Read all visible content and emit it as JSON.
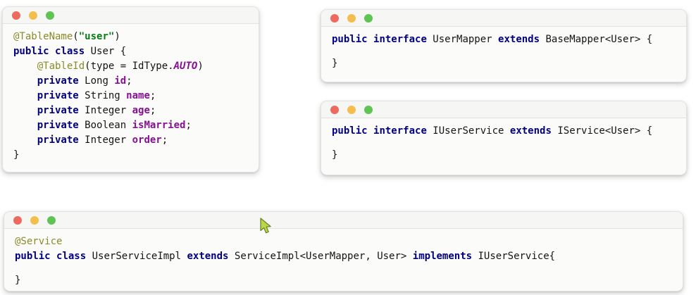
{
  "colors": {
    "page_bg": "#ffffff",
    "window_bg": "#fbfbf9",
    "titlebar_bg": "#f6f6f4",
    "window_border": "#e2e2df",
    "traffic_red": "#ec6a5e",
    "traffic_yellow": "#f4be4f",
    "traffic_green": "#5fc454",
    "keyword": "#000080",
    "annotation": "#8a8a2b",
    "string": "#067d17",
    "field": "#871094",
    "enum_const": "#871094",
    "plain": "#141414",
    "cursor_fill": "#bcd64b",
    "cursor_stroke": "#65801f"
  },
  "icons": {
    "close_button": "close-circle",
    "minimize_button": "minimize-circle",
    "maximize_button": "maximize-circle",
    "mouse_pointer": "arrow-cursor"
  },
  "windows": [
    {
      "name": "user-entity-class",
      "language": "java",
      "lines": [
        [
          {
            "c": "an",
            "t": "@TableName"
          },
          {
            "c": "p",
            "t": "("
          },
          {
            "c": "s",
            "t": "\"user\""
          },
          {
            "c": "p",
            "t": ")"
          }
        ],
        [
          {
            "c": "k",
            "t": "public"
          },
          {
            "c": "p",
            "t": " "
          },
          {
            "c": "k",
            "t": "class"
          },
          {
            "c": "p",
            "t": " User {"
          }
        ],
        [
          {
            "c": "p",
            "t": "    "
          },
          {
            "c": "an",
            "t": "@TableId"
          },
          {
            "c": "p",
            "t": "(type = IdType."
          },
          {
            "c": "e",
            "t": "AUTO"
          },
          {
            "c": "p",
            "t": ")"
          }
        ],
        [
          {
            "c": "p",
            "t": "    "
          },
          {
            "c": "k",
            "t": "private"
          },
          {
            "c": "p",
            "t": " Long "
          },
          {
            "c": "f",
            "t": "id"
          },
          {
            "c": "p",
            "t": ";"
          }
        ],
        [
          {
            "c": "p",
            "t": "    "
          },
          {
            "c": "k",
            "t": "private"
          },
          {
            "c": "p",
            "t": " String "
          },
          {
            "c": "f",
            "t": "name"
          },
          {
            "c": "p",
            "t": ";"
          }
        ],
        [
          {
            "c": "p",
            "t": "    "
          },
          {
            "c": "k",
            "t": "private"
          },
          {
            "c": "p",
            "t": " Integer "
          },
          {
            "c": "f",
            "t": "age"
          },
          {
            "c": "p",
            "t": ";"
          }
        ],
        [
          {
            "c": "p",
            "t": "    "
          },
          {
            "c": "k",
            "t": "private"
          },
          {
            "c": "p",
            "t": " Boolean "
          },
          {
            "c": "f",
            "t": "isMarried"
          },
          {
            "c": "p",
            "t": ";"
          }
        ],
        [
          {
            "c": "p",
            "t": "    "
          },
          {
            "c": "k",
            "t": "private"
          },
          {
            "c": "p",
            "t": " Integer "
          },
          {
            "c": "f",
            "t": "order"
          },
          {
            "c": "p",
            "t": ";"
          }
        ],
        [
          {
            "c": "p",
            "t": "}"
          }
        ]
      ]
    },
    {
      "name": "user-mapper-interface",
      "language": "java",
      "lines": [
        [
          {
            "c": "k",
            "t": "public"
          },
          {
            "c": "p",
            "t": " "
          },
          {
            "c": "k",
            "t": "interface"
          },
          {
            "c": "p",
            "t": " UserMapper "
          },
          {
            "c": "k",
            "t": "extends"
          },
          {
            "c": "p",
            "t": " BaseMapper<User> {"
          }
        ],
        [],
        [
          {
            "c": "p",
            "t": "}"
          }
        ]
      ]
    },
    {
      "name": "user-service-interface",
      "language": "java",
      "lines": [
        [
          {
            "c": "k",
            "t": "public"
          },
          {
            "c": "p",
            "t": " "
          },
          {
            "c": "k",
            "t": "interface"
          },
          {
            "c": "p",
            "t": " IUserService "
          },
          {
            "c": "k",
            "t": "extends"
          },
          {
            "c": "p",
            "t": " IService<User> {"
          }
        ],
        [],
        [
          {
            "c": "p",
            "t": "}"
          }
        ]
      ]
    },
    {
      "name": "user-service-impl-class",
      "language": "java",
      "lines": [
        [
          {
            "c": "an",
            "t": "@Service"
          }
        ],
        [
          {
            "c": "k",
            "t": "public"
          },
          {
            "c": "p",
            "t": " "
          },
          {
            "c": "k",
            "t": "class"
          },
          {
            "c": "p",
            "t": " UserServiceImpl "
          },
          {
            "c": "k",
            "t": "extends"
          },
          {
            "c": "p",
            "t": " ServiceImpl<UserMapper, User> "
          },
          {
            "c": "k",
            "t": "implements"
          },
          {
            "c": "p",
            "t": " IUserService{"
          }
        ],
        [],
        [
          {
            "c": "p",
            "t": "}"
          }
        ]
      ]
    }
  ]
}
